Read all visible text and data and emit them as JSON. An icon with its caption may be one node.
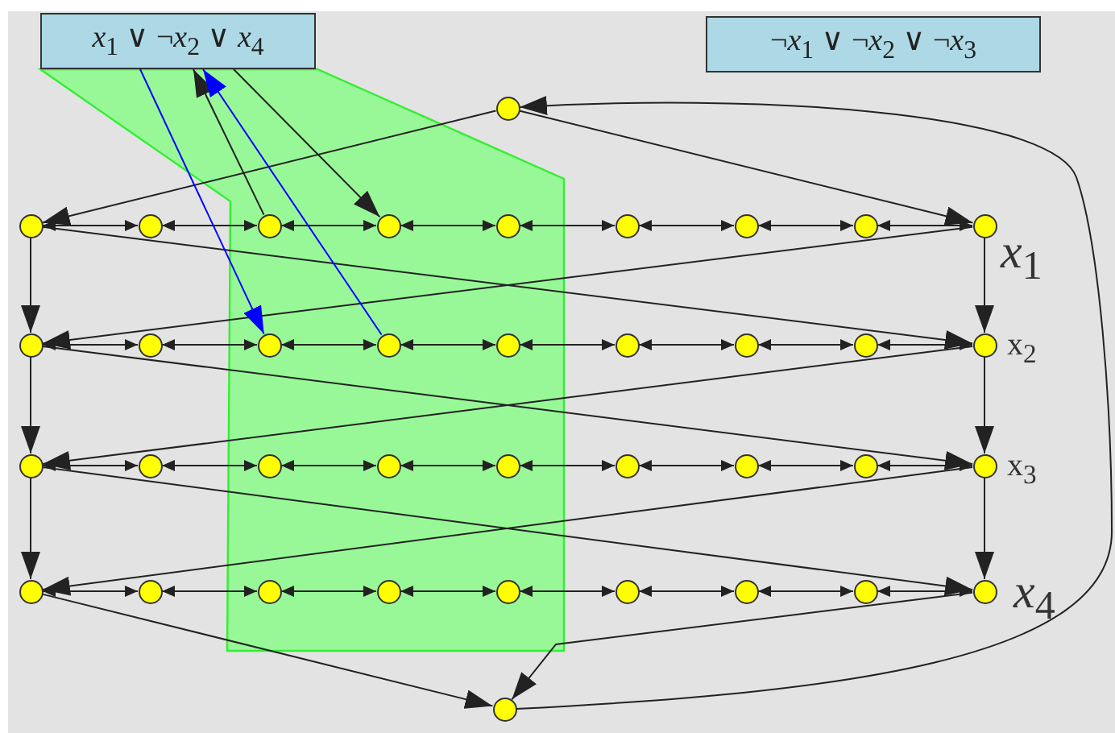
{
  "diagram": {
    "nodes": [
      {
        "text": [
          "*x*$_{1}$ ∨ ¬*x*$_{2}$ ∨ *x*$_{4}$"
        ]
      },
      {
        "text": [
          "¬*x*$_{1}$ ∨ ¬*x*$_{2}$ ∨ ¬*x*$_{3}$"
        ]
      },
      {
        "text": [],
        "shape": "circle"
      },
      {
        "text": [],
        "shape": "circle"
      },
      {
        "text": [],
        "shape": "circle"
      },
      {
        "text": [],
        "shape": "circle"
      },
      {
        "text": [],
        "shape": "circle"
      },
      {
        "text": [],
        "shape": "circle"
      },
      {
        "text": [],
        "shape": "circle"
      },
      {
        "text": [],
        "shape": "circle"
      },
      {
        "text": [],
        "shape": "circle"
      },
      {
        "text": [],
        "shape": "circle",
        "beside": [
          "*x*$_{1}$"
        ]
      },
      {
        "text": [],
        "shape": "circle"
      },
      {
        "text": [],
        "shape": "circle"
      },
      {
        "text": [],
        "shape": "circle"
      },
      {
        "text": [],
        "shape": "circle"
      },
      {
        "text": [],
        "shape": "circle"
      },
      {
        "text": [],
        "shape": "circle"
      },
      {
        "text": [],
        "shape": "circle"
      },
      {
        "text": [],
        "shape": "circle"
      },
      {
        "text": [],
        "shape": "circle",
        "beside": [
          "x$_{2}$"
        ]
      },
      {
        "text": [],
        "shape": "circle"
      },
      {
        "text": [],
        "shape": "circle"
      },
      {
        "text": [],
        "shape": "circle"
      },
      {
        "text": [],
        "shape": "circle"
      },
      {
        "text": [],
        "shape": "circle"
      },
      {
        "text": [],
        "shape": "circle"
      },
      {
        "text": [],
        "shape": "circle"
      },
      {
        "text": [],
        "shape": "circle"
      },
      {
        "text": [],
        "shape": "circle",
        "beside": [
          "x$_{3}$"
        ]
      },
      {
        "text": [],
        "shape": "circle"
      },
      {
        "text": [],
        "shape": "circle"
      },
      {
        "text": [],
        "shape": "circle"
      },
      {
        "text": [],
        "shape": "circle"
      },
      {
        "text": [],
        "shape": "circle"
      },
      {
        "text": [],
        "shape": "circle"
      },
      {
        "text": [],
        "shape": "circle"
      },
      {
        "text": [],
        "shape": "circle"
      },
      {
        "text": [],
        "shape": "circle",
        "beside": [
          "*x*$_{4}$"
        ]
      },
      {
        "text": [],
        "shape": "circle"
      }
    ],
    "edges": [
      {
        "from": 2,
        "to": 3,
        "arrow": "to"
      },
      {
        "from": 2,
        "to": 11,
        "arrow": "to"
      },
      {
        "from": 3,
        "to": 12,
        "arrow": "to"
      },
      {
        "from": 12,
        "to": 21,
        "arrow": "to"
      },
      {
        "from": 21,
        "to": 30,
        "arrow": "to"
      },
      {
        "from": 11,
        "to": 20,
        "arrow": "to"
      },
      {
        "from": 20,
        "to": 29,
        "arrow": "to"
      },
      {
        "from": 29,
        "to": 38,
        "arrow": "to"
      },
      {
        "from": 3,
        "to": 20,
        "arrow": "to"
      },
      {
        "from": 11,
        "to": 12,
        "arrow": "to"
      },
      {
        "from": 12,
        "to": 29,
        "arrow": "to"
      },
      {
        "from": 20,
        "to": 21,
        "arrow": "to"
      },
      {
        "from": 21,
        "to": 38,
        "arrow": "to"
      },
      {
        "from": 29,
        "to": 30,
        "arrow": "to"
      },
      {
        "from": 30,
        "to": 39,
        "arrow": "to"
      },
      {
        "from": 38,
        "to": 39,
        "arrow": "to"
      },
      {
        "from": 39,
        "to": 2,
        "arrow": "to"
      },
      {
        "from": 3,
        "to": 4,
        "arrow": "both"
      },
      {
        "from": 4,
        "to": 5,
        "arrow": "both"
      },
      {
        "from": 5,
        "to": 6,
        "arrow": "both"
      },
      {
        "from": 6,
        "to": 7,
        "arrow": "both"
      },
      {
        "from": 7,
        "to": 8,
        "arrow": "both"
      },
      {
        "from": 8,
        "to": 9,
        "arrow": "both"
      },
      {
        "from": 9,
        "to": 10,
        "arrow": "both"
      },
      {
        "from": 10,
        "to": 11,
        "arrow": "both"
      },
      {
        "from": 12,
        "to": 13,
        "arrow": "both"
      },
      {
        "from": 13,
        "to": 14,
        "arrow": "both"
      },
      {
        "from": 14,
        "to": 15,
        "arrow": "both"
      },
      {
        "from": 15,
        "to": 16,
        "arrow": "both"
      },
      {
        "from": 16,
        "to": 17,
        "arrow": "both"
      },
      {
        "from": 17,
        "to": 18,
        "arrow": "both"
      },
      {
        "from": 18,
        "to": 19,
        "arrow": "both"
      },
      {
        "from": 19,
        "to": 20,
        "arrow": "both"
      },
      {
        "from": 21,
        "to": 22,
        "arrow": "both"
      },
      {
        "from": 22,
        "to": 23,
        "arrow": "both"
      },
      {
        "from": 23,
        "to": 24,
        "arrow": "both"
      },
      {
        "from": 24,
        "to": 25,
        "arrow": "both"
      },
      {
        "from": 25,
        "to": 26,
        "arrow": "both"
      },
      {
        "from": 26,
        "to": 27,
        "arrow": "both"
      },
      {
        "from": 27,
        "to": 28,
        "arrow": "both"
      },
      {
        "from": 28,
        "to": 29,
        "arrow": "both"
      },
      {
        "from": 30,
        "to": 31,
        "arrow": "both"
      },
      {
        "from": 31,
        "to": 32,
        "arrow": "both"
      },
      {
        "from": 32,
        "to": 33,
        "arrow": "both"
      },
      {
        "from": 33,
        "to": 34,
        "arrow": "both"
      },
      {
        "from": 34,
        "to": 35,
        "arrow": "both"
      },
      {
        "from": 35,
        "to": 36,
        "arrow": "both"
      },
      {
        "from": 36,
        "to": 37,
        "arrow": "both"
      },
      {
        "from": 37,
        "to": 38,
        "arrow": "both"
      },
      {
        "from": 5,
        "to": 0,
        "arrow": "to"
      },
      {
        "from": 0,
        "to": 6,
        "arrow": "to"
      },
      {
        "from": 0,
        "to": 14,
        "arrow": "to",
        "color": "#0000ff"
      },
      {
        "from": 15,
        "to": 0,
        "arrow": "to",
        "color": "#0000ff"
      }
    ]
  }
}
